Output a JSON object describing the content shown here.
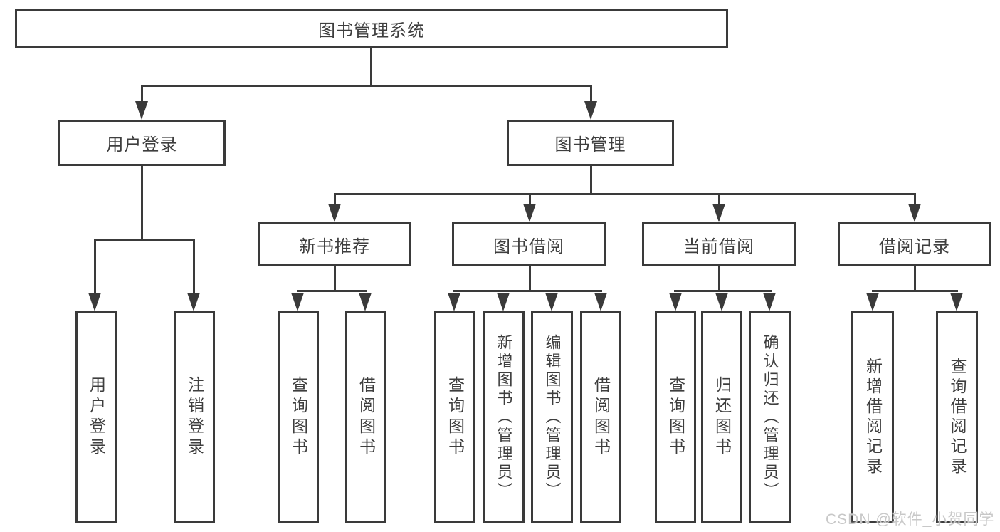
{
  "diagram": {
    "tree": {
      "label": "图书管理系统",
      "children": [
        {
          "label": "用户登录",
          "children": [
            "用户登录",
            "注销登录"
          ]
        },
        {
          "label": "图书管理",
          "children": [
            {
              "label": "新书推荐",
              "children": [
                "查询图书",
                "借阅图书"
              ]
            },
            {
              "label": "图书借阅",
              "children": [
                "查询图书",
                "新增图书（管理员）",
                "编辑图书（管理员）",
                "借阅图书"
              ]
            },
            {
              "label": "当前借阅",
              "children": [
                "查询图书",
                "归还图书",
                "确认归还（管理员）"
              ]
            },
            {
              "label": "借阅记录",
              "children": [
                "新增借阅记录",
                "查询借阅记录"
              ]
            }
          ]
        }
      ]
    },
    "watermark": "CSDN @软件_小贺同学",
    "colors": {
      "line": "#3a3a3a",
      "text": "#3e3e3e",
      "background": "#ffffff",
      "watermark": "#c8c8c8"
    }
  }
}
